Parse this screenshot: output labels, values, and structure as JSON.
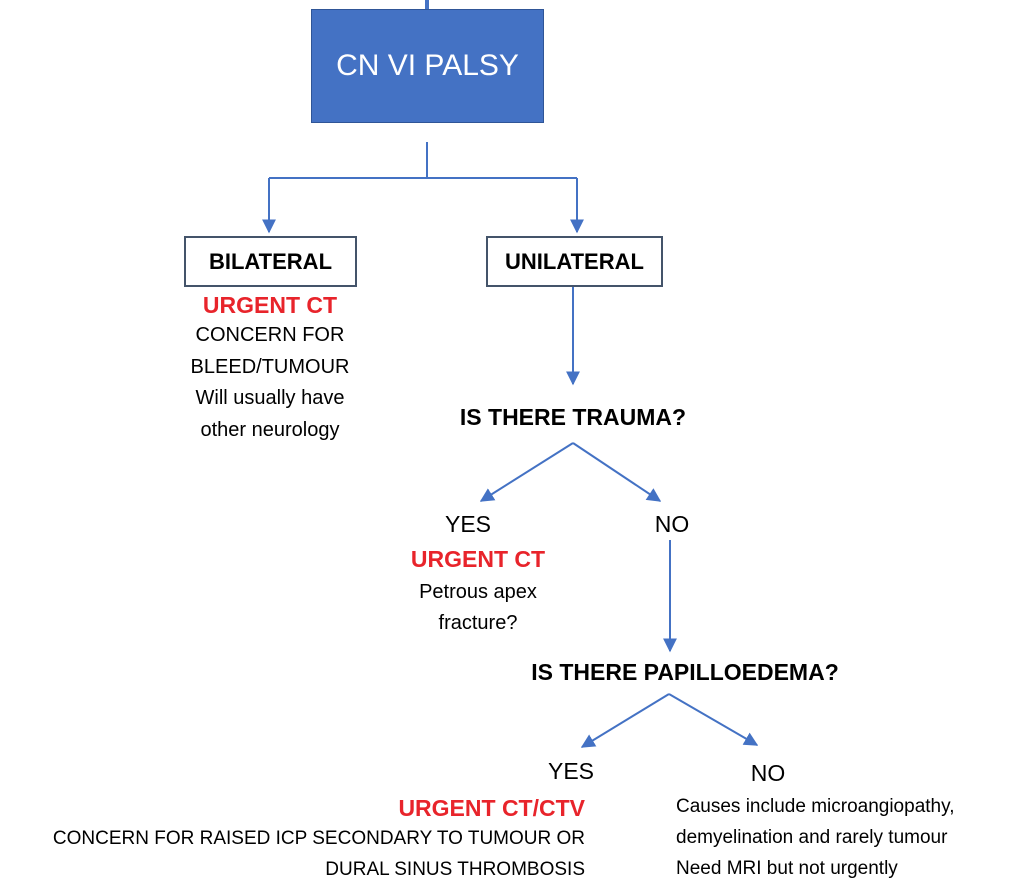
{
  "flowchart": {
    "root": "CN VI PALSY",
    "bilateral": {
      "label": "BILATERAL",
      "action": "URGENT CT",
      "notes": [
        "CONCERN FOR",
        "BLEED/TUMOUR",
        "Will usually have",
        "other neurology"
      ]
    },
    "unilateral": {
      "label": "UNILATERAL"
    },
    "trauma": {
      "question": "IS THERE TRAUMA?",
      "yes": {
        "label": "YES",
        "action": "URGENT CT",
        "notes": [
          "Petrous apex",
          "fracture?"
        ]
      },
      "no": {
        "label": "NO"
      }
    },
    "papilloedema": {
      "question": "IS THERE PAPILLOEDEMA?",
      "yes": {
        "label": "YES",
        "action": "URGENT CT/CTV",
        "notes": [
          "CONCERN FOR RAISED ICP SECONDARY TO TUMOUR OR",
          "DURAL SINUS THROMBOSIS"
        ]
      },
      "no": {
        "label": "NO",
        "notes": [
          "Causes include microangiopathy,",
          "demyelination and rarely tumour",
          "Need MRI but not urgently"
        ]
      }
    }
  },
  "colors": {
    "root_fill": "#4472c4",
    "connector": "#4472c4",
    "urgent_text": "#e8242b",
    "box_border": "#44546a"
  }
}
